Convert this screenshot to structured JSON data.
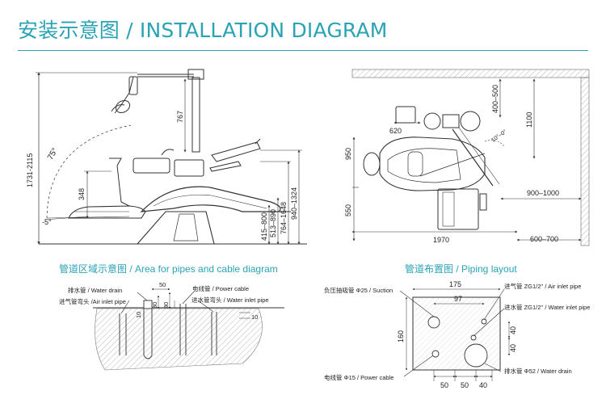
{
  "header": {
    "title": "安装示意图 / INSTALLATION DIAGRAM"
  },
  "sections": {
    "pipes_area_title": "管道区域示意图 / Area for pipes and cable diagram",
    "piping_layout_title": "管道布置图 / Piping layout"
  },
  "chair_diagram": {
    "height_range": "1731-2115",
    "angle_upper": "75°",
    "angle_lower": "-5°",
    "dim_348": "348",
    "dim_767": "767",
    "dim_415_800": "415–800",
    "dim_513_890": "513–890",
    "dim_764_1648": "764–1648",
    "dim_940_1324": "940–1324"
  },
  "plan_diagram": {
    "dim_400_500": "400–500",
    "dim_1100": "1100",
    "dim_620": "620",
    "dim_950": "950",
    "dim_550": "550",
    "dim_900_1000": "900–1000",
    "dim_1970": "1970",
    "dim_600_700": "600–700",
    "angle_label": "10°–0°"
  },
  "pipes_area": {
    "water_drain": "排水管 / Water drain",
    "air_inlet": "进气管弯头 /Air inlet pipe",
    "power_cable": "电线管 / Power cable",
    "water_inlet": "进水管弯头 / Water inlet pipe",
    "dim_50": "50",
    "dim_80": "80",
    "dim_30": "30",
    "dim_10a": "10",
    "dim_10b": "10"
  },
  "piping_layout": {
    "suction": "负压抽吸管 Φ25 / Suction",
    "air_inlet": "进气管 ZG1/2'' / Air inlet pipe",
    "water_inlet": "进水管 ZG1/2'' / Water inlet pipe",
    "power_cable": "电线管 Φ15 / Power cable",
    "water_drain": "排水管 Φ52 / Water drain",
    "dim_175": "175",
    "dim_97": "97",
    "dim_160": "160",
    "dim_40a": "40",
    "dim_40b": "40",
    "dim_50a": "50",
    "dim_50b": "50",
    "dim_40c": "40"
  }
}
